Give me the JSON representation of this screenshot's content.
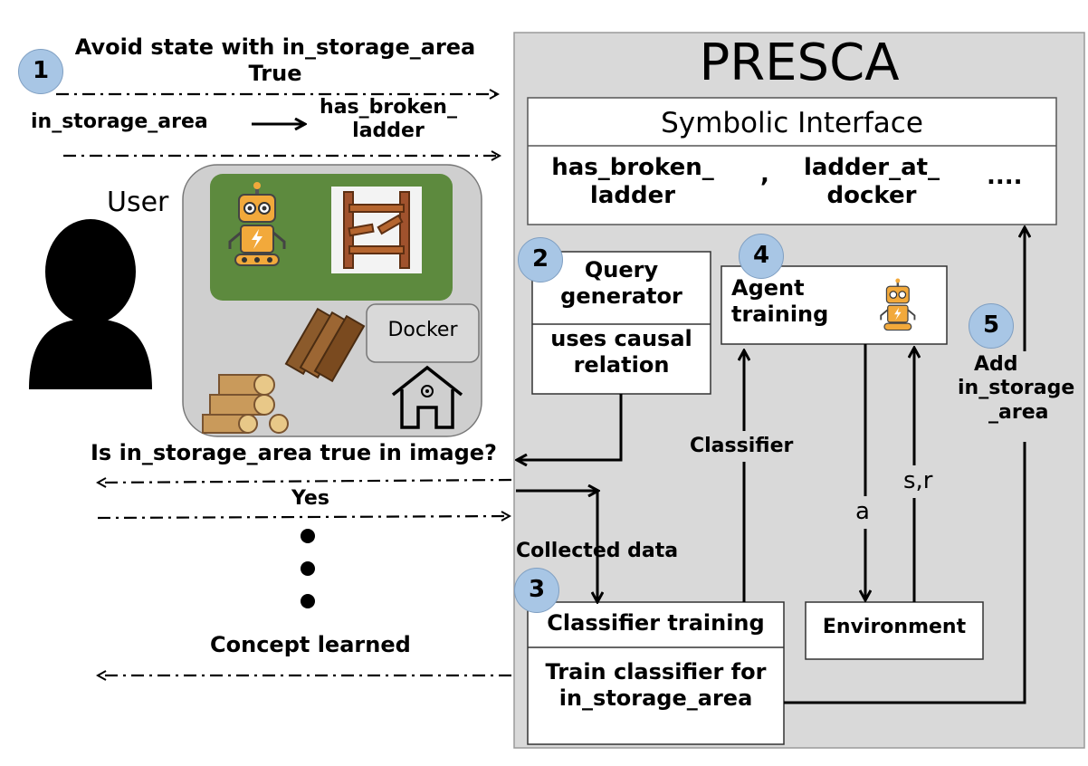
{
  "presca": {
    "title": "PRESCA",
    "symbolic_interface": {
      "title": "Symbolic Interface",
      "item1_line1": "has_broken_",
      "item1_line2": "ladder",
      "separator": ",",
      "item2_line1": "ladder_at_",
      "item2_line2": "docker",
      "ellipsis": "...."
    }
  },
  "steps": [
    "1",
    "2",
    "3",
    "4",
    "5"
  ],
  "user_panel": {
    "user_label": "User",
    "docker_label": "Docker"
  },
  "messages": {
    "avoid_line1": "Avoid state with in_storage_area",
    "avoid_line2": "True",
    "relation_from": "in_storage_area",
    "relation_to_line1": "has_broken_",
    "relation_to_line2": "ladder",
    "query": "Is in_storage_area true in image?",
    "yes": "Yes",
    "concept_learned": "Concept learned",
    "collected_data": "Collected data",
    "classifier": "Classifier",
    "action": "a",
    "state_reward": "s,r",
    "add_line1": "Add",
    "add_line2": "in_storage",
    "add_line3": "_area"
  },
  "query_generator": {
    "title_line1": "Query",
    "title_line2": "generator",
    "body_line1": "uses causal",
    "body_line2": "relation"
  },
  "agent_training": {
    "line1": "Agent",
    "line2": "training"
  },
  "classifier_training": {
    "title": "Classifier training",
    "body_line1": "Train classifier for",
    "body_line2": "in_storage_area"
  },
  "environment": {
    "label": "Environment"
  },
  "colors": {
    "presca_bg": "#d9d9d9",
    "scene_green": "#5d8a3e",
    "step_circle": "#a8c6e5",
    "user_panel_bg": "#cfcfcf"
  }
}
